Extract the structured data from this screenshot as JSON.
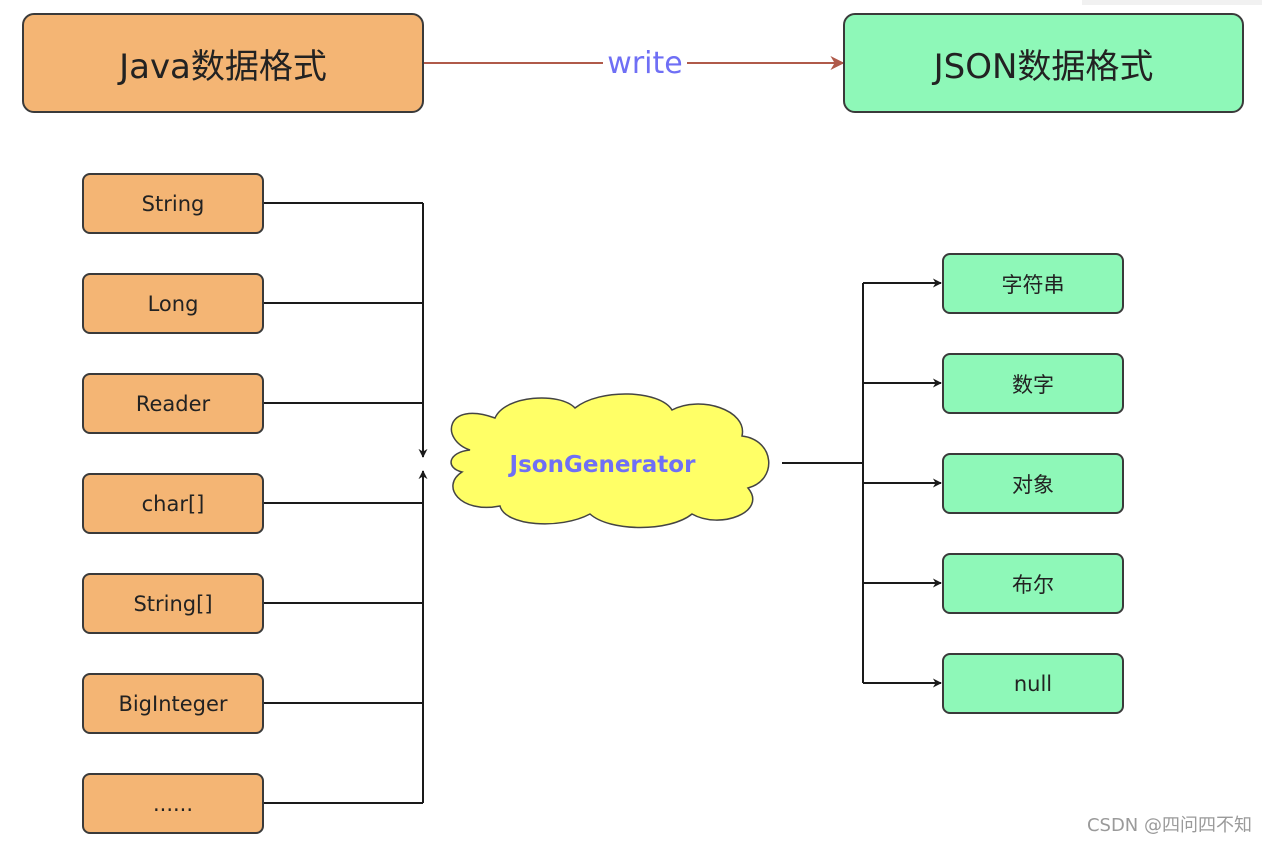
{
  "header": {
    "source_label": "Java数据格式",
    "action_label": "write",
    "target_label": "JSON数据格式"
  },
  "java_types": [
    {
      "label": "String"
    },
    {
      "label": "Long"
    },
    {
      "label": "Reader"
    },
    {
      "label": "char[]"
    },
    {
      "label": "String[]"
    },
    {
      "label": "BigInteger"
    },
    {
      "label": "......"
    }
  ],
  "generator": {
    "label": "JsonGenerator"
  },
  "json_types": [
    {
      "label": "字符串"
    },
    {
      "label": "数字"
    },
    {
      "label": "对象"
    },
    {
      "label": "布尔"
    },
    {
      "label": "null"
    }
  ],
  "watermark": "CSDN @四问四不知",
  "colors": {
    "java_fill": "#f4b574",
    "json_fill": "#8ef8b8",
    "cloud_fill": "#ffff66",
    "label_blue": "#6f6ff5",
    "arrow_brown": "#b05a4a",
    "line_dark": "#1a1a1a"
  }
}
